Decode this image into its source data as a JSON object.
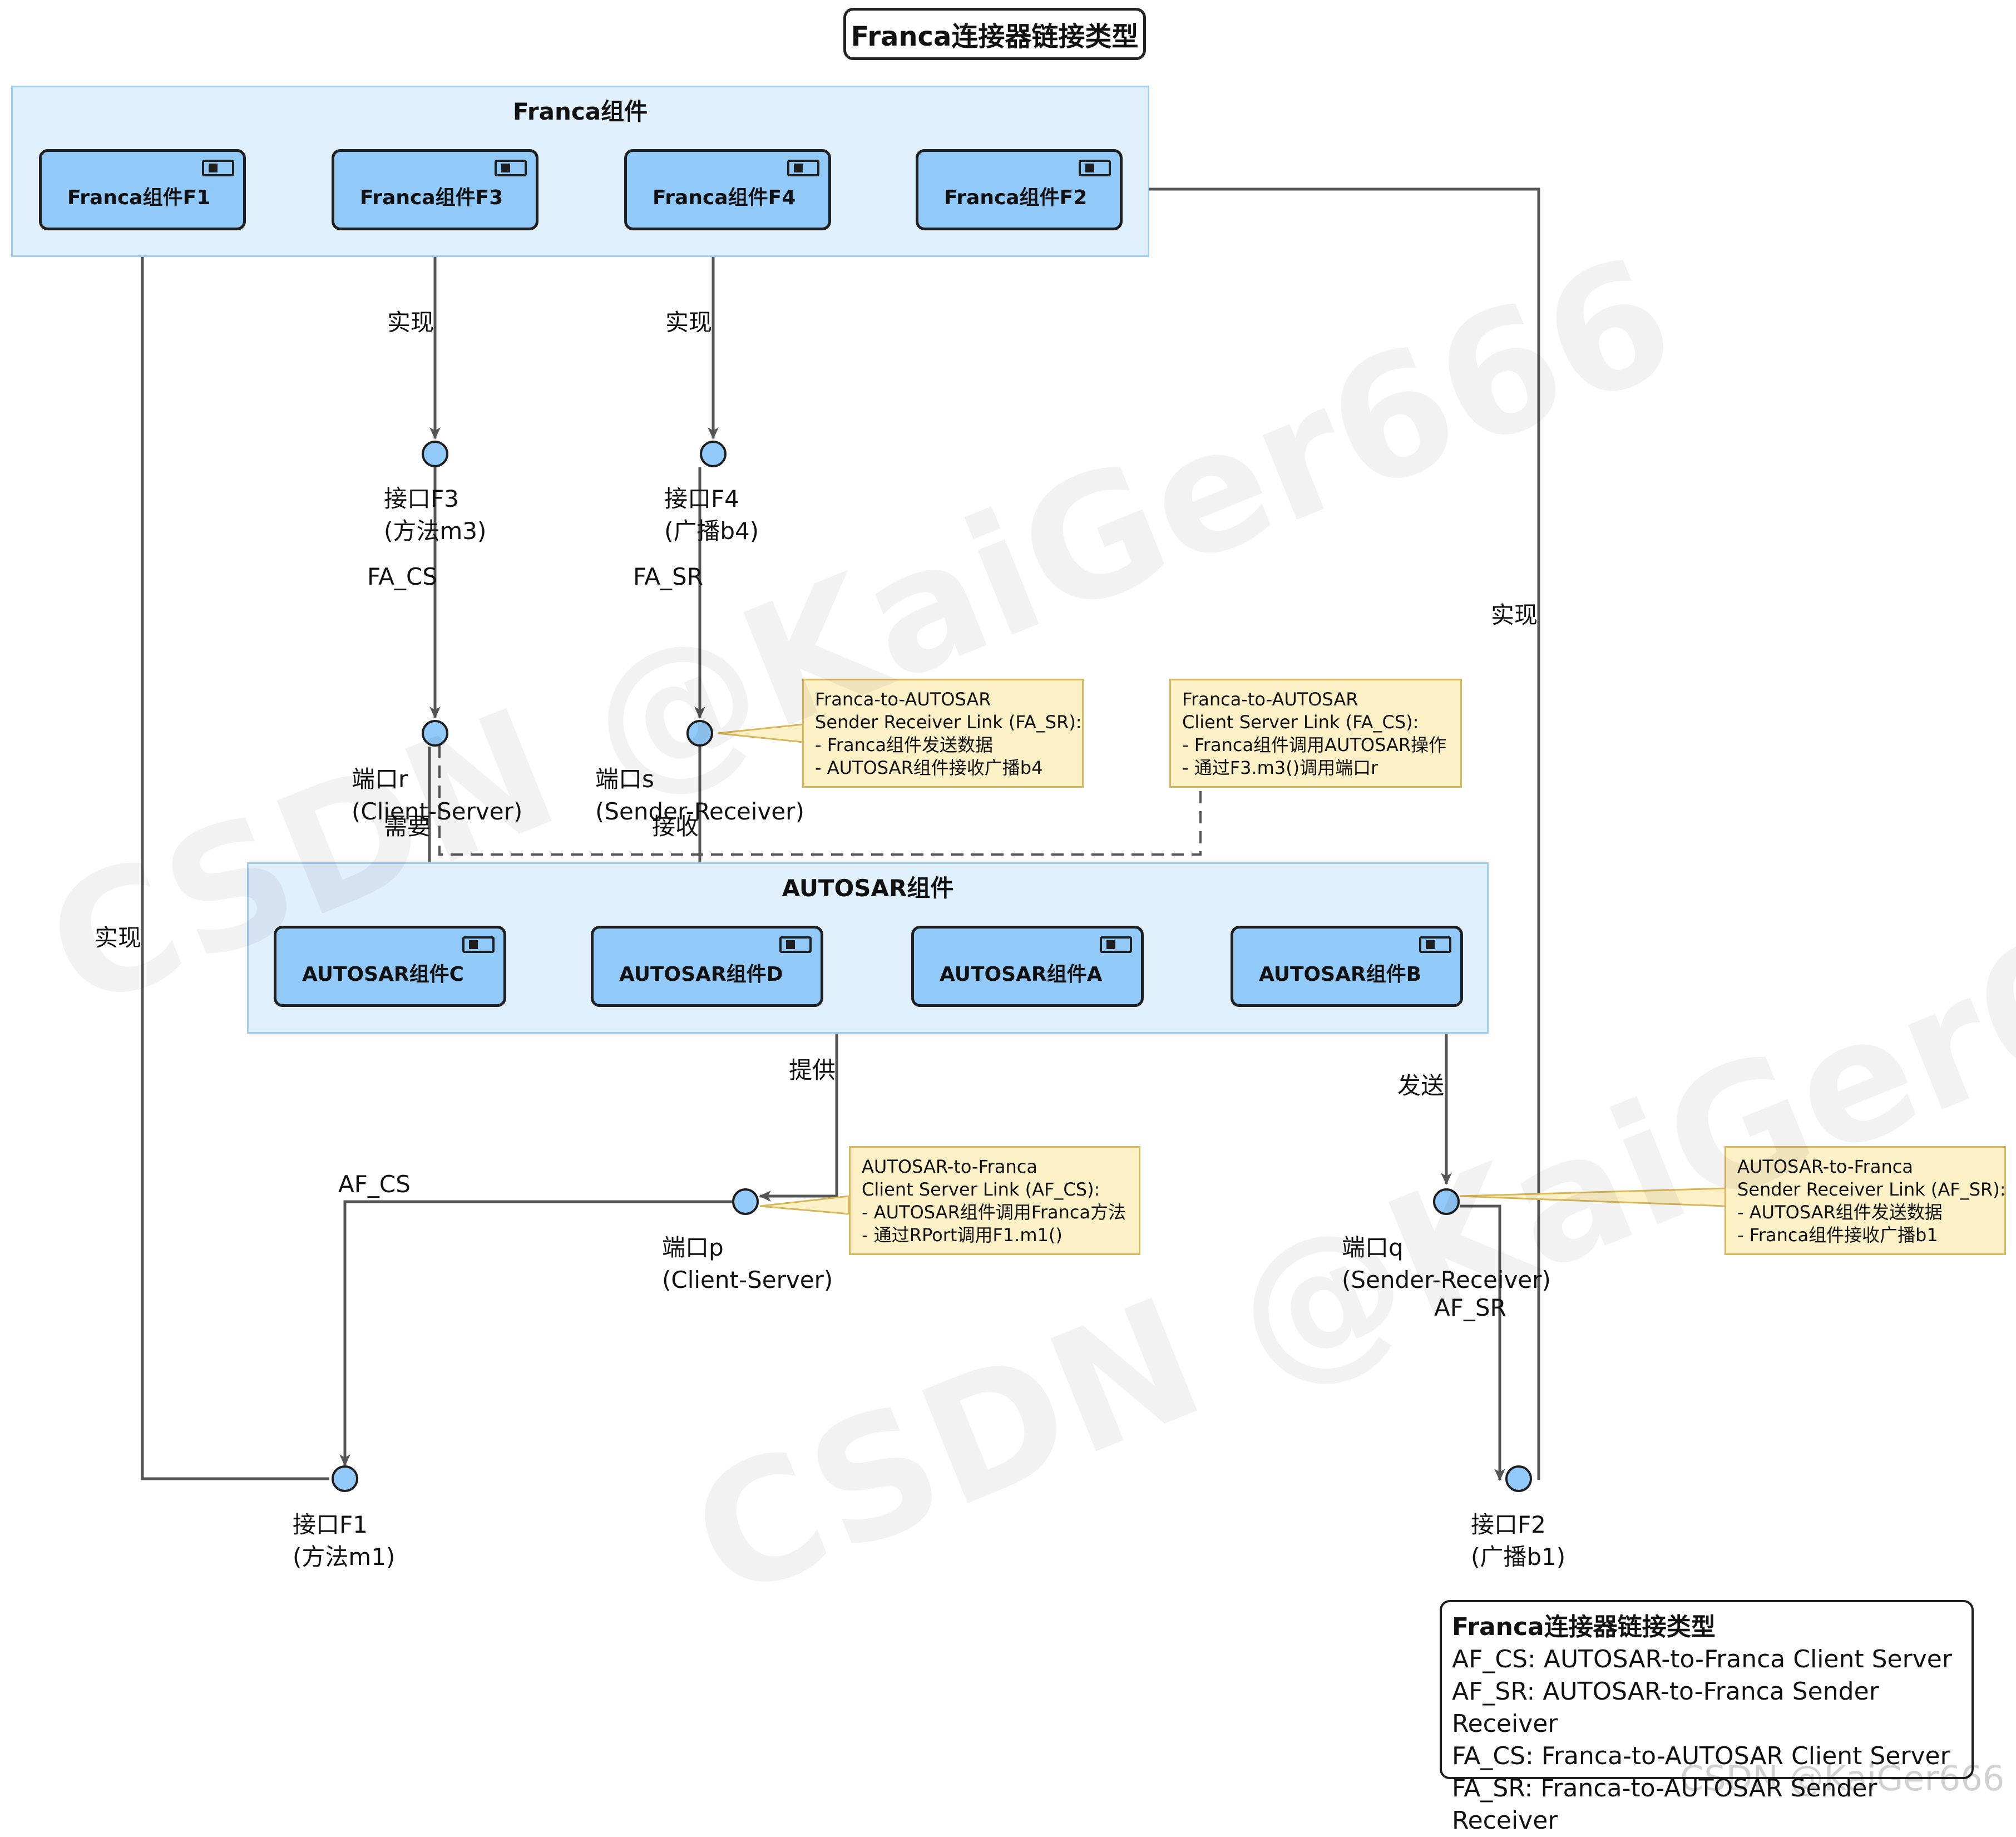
{
  "title": "Franca连接器链接类型",
  "franca_package": {
    "title": "Franca组件",
    "components": [
      "Franca组件F1",
      "Franca组件F3",
      "Franca组件F4",
      "Franca组件F2"
    ]
  },
  "autosar_package": {
    "title": "AUTOSAR组件",
    "components": [
      "AUTOSAR组件C",
      "AUTOSAR组件D",
      "AUTOSAR组件A",
      "AUTOSAR组件B"
    ]
  },
  "ports": {
    "if_f3": "接口F3\n(方法m3)",
    "if_f4": "接口F4\n(广播b4)",
    "port_r": "端口r\n(Client-Server)",
    "port_s": "端口s\n(Sender-Receiver)",
    "port_p": "端口p\n(Client-Server)",
    "port_q": "端口q\n(Sender-Receiver)",
    "if_f1": "接口F1\n(方法m1)",
    "if_f2": "接口F2\n(广播b1)"
  },
  "edge_labels": {
    "realize": "实现",
    "fa_cs": "FA_CS",
    "fa_sr": "FA_SR",
    "af_cs": "AF_CS",
    "af_sr": "AF_SR",
    "require": "需要",
    "receive": "接收",
    "provide": "提供",
    "send": "发送"
  },
  "notes": {
    "fa_sr": "Franca-to-AUTOSAR\nSender Receiver Link (FA_SR):\n- Franca组件发送数据\n- AUTOSAR组件接收广播b4",
    "fa_cs": "Franca-to-AUTOSAR\nClient Server Link (FA_CS):\n- Franca组件调用AUTOSAR操作\n- 通过F3.m3()调用端口r",
    "af_cs": "AUTOSAR-to-Franca\nClient Server Link (AF_CS):\n- AUTOSAR组件调用Franca方法\n- 通过RPort调用F1.m1()",
    "af_sr": "AUTOSAR-to-Franca\nSender Receiver Link (AF_SR):\n- AUTOSAR组件发送数据\n- Franca组件接收广播b1"
  },
  "legend": {
    "title": "Franca连接器链接类型",
    "items": [
      "AF_CS: AUTOSAR-to-Franca Client Server",
      "AF_SR: AUTOSAR-to-Franca Sender Receiver",
      "FA_CS: Franca-to-AUTOSAR Client Server",
      "FA_SR: Franca-to-AUTOSAR Sender Receiver"
    ]
  },
  "watermark": "CSDN @KaiGer666",
  "colors": {
    "package_fill": "#e1f0fd",
    "component_fill": "#91c9f8",
    "note_fill": "#fcf0c6",
    "line": "#555555"
  }
}
